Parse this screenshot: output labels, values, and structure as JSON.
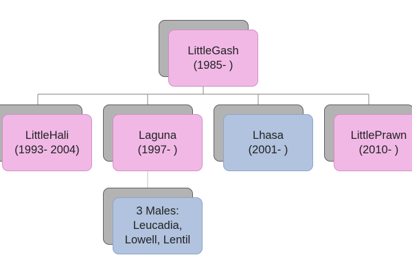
{
  "diagram": {
    "root": {
      "name": "LittleGash",
      "years": "(1985- )",
      "color": "#f1b8e6"
    },
    "children": [
      {
        "key": "littlehali",
        "name": "LittleHali",
        "years": "(1993- 2004)",
        "color": "#f1b8e6"
      },
      {
        "key": "laguna",
        "name": "Laguna",
        "years": "(1997- )",
        "color": "#f1b8e6"
      },
      {
        "key": "lhasa",
        "name": "Lhasa",
        "years": "(2001- )",
        "color": "#b1c3de"
      },
      {
        "key": "littleprawn",
        "name": "LittlePrawn",
        "years": "(2010- )",
        "color": "#f1b8e6"
      }
    ],
    "grandchild": {
      "line1": "3 Males:",
      "line2": "Leucadia,",
      "line3": "Lowell, Lentil",
      "color": "#b1c3de"
    }
  }
}
